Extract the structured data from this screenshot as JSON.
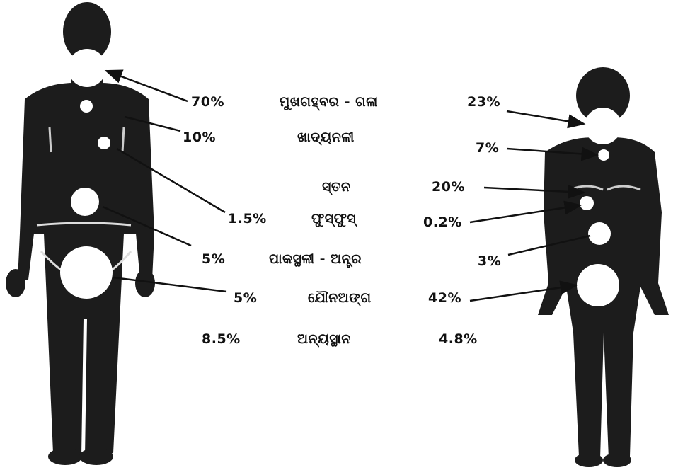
{
  "colors": {
    "ink": "#111111",
    "body": "#1c1c1c",
    "marker": "#ffffff",
    "background": "#ffffff"
  },
  "rows": [
    {
      "male_percent": "70%",
      "organ": "ମୁଖଗହ୍ବର - ଗଳା",
      "female_percent": "23%"
    },
    {
      "male_percent": "10%",
      "organ": "ଖାଦ୍ୟନଳୀ",
      "female_percent": "7%"
    },
    {
      "male_percent": "",
      "organ": "ସ୍ତନ",
      "female_percent": "20%"
    },
    {
      "male_percent": "1.5%",
      "organ": "ଫୁସ୍‌ଫୁସ୍",
      "female_percent": "0.2%"
    },
    {
      "male_percent": "5%",
      "organ": "ପାକସ୍ଥଳୀ - ଅନ୍ତ୍ର",
      "female_percent": "3%"
    },
    {
      "male_percent": "5%",
      "organ": "ଯୌନଅଙ୍ଗ",
      "female_percent": "42%"
    },
    {
      "male_percent": "8.5%",
      "organ": "ଅନ୍ୟସ୍ଥାନ",
      "female_percent": "4.8%"
    }
  ]
}
